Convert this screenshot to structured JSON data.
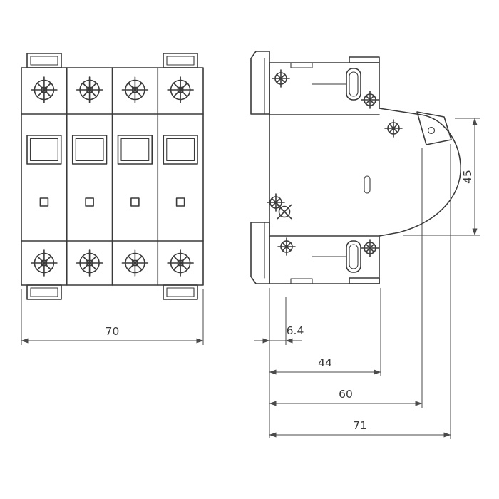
{
  "drawing": {
    "type": "technical-dimension-drawing",
    "views": {
      "front_view": "four-pole miniature circuit breaker, front elevation",
      "side_view": "circuit breaker side profile with DIN-rail flanges and toggle lever"
    },
    "dimensions": {
      "front_width": "70",
      "rail_offset": "6.4",
      "body_depth": "44",
      "depth_without_lever": "60",
      "total_depth": "71",
      "front_face_height": "45"
    },
    "colors": {
      "object_line": "#3a3a3a",
      "dimension_line": "#4a4a4a",
      "background": "#ffffff"
    }
  }
}
